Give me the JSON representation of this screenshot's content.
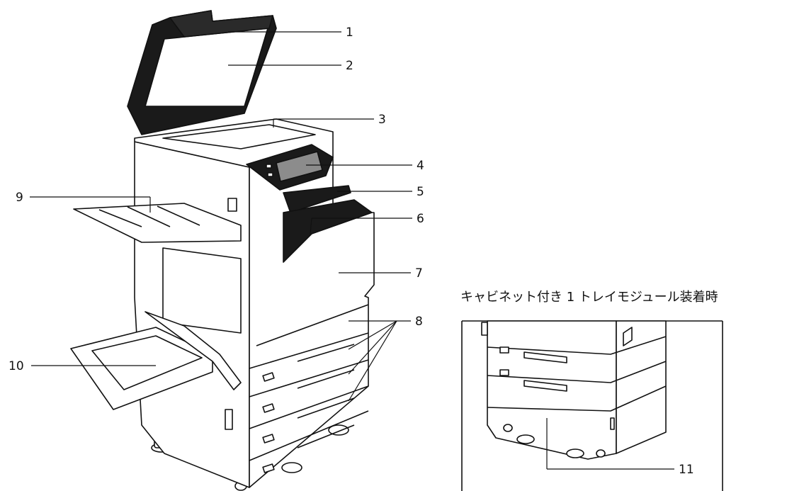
{
  "caption": "キャビネット付き 1 トレイモジュール装着時",
  "callouts": [
    "1",
    "2",
    "3",
    "4",
    "5",
    "6",
    "7",
    "8",
    "9",
    "10",
    "11"
  ],
  "colors": {
    "line": "#111111",
    "body": "#ffffff",
    "dark": "#1a1a1a",
    "screen": "#8c8c8c"
  }
}
